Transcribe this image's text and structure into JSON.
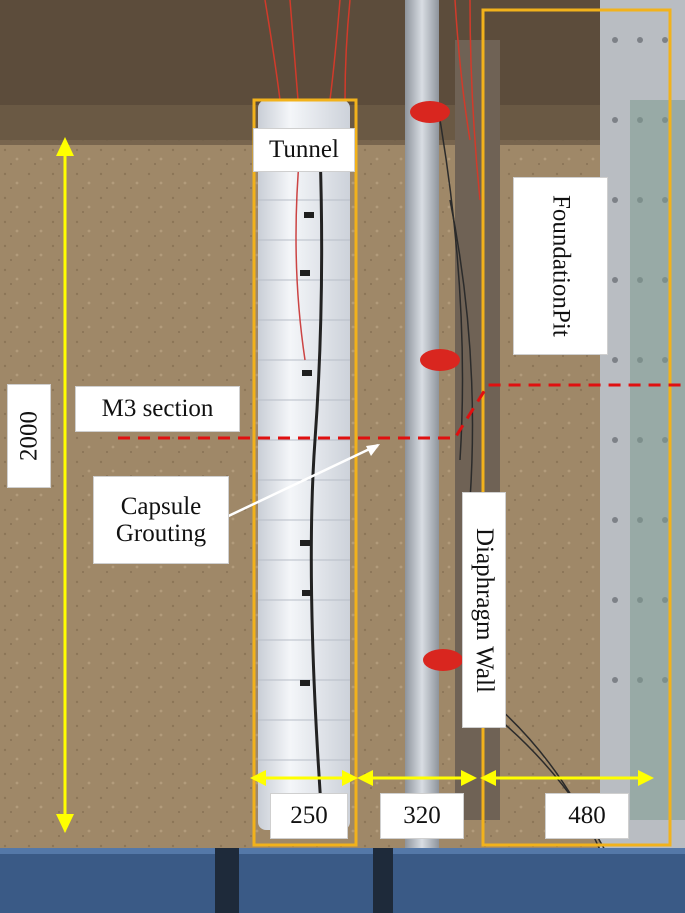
{
  "labels": {
    "tunnel": "Tunnel",
    "foundation_pit_line1": "Foundation",
    "foundation_pit_line2": "Pit",
    "m3_section": "M3 section",
    "capsule_line1": "Capsule",
    "capsule_line2": "Grouting",
    "diaphragm_wall": "Diaphragm Wall",
    "height_dim": "2000",
    "dim_tunnel": "250",
    "dim_gap": "320",
    "dim_pit": "480"
  },
  "colors": {
    "sand": "#a08a6a",
    "box_outline": "#f2b21b",
    "dimension_arrow": "#ffff00",
    "section_line": "#e01010",
    "tunnel_pipe": "#e8ecf2",
    "frame_blue": "#3a5a86"
  }
}
